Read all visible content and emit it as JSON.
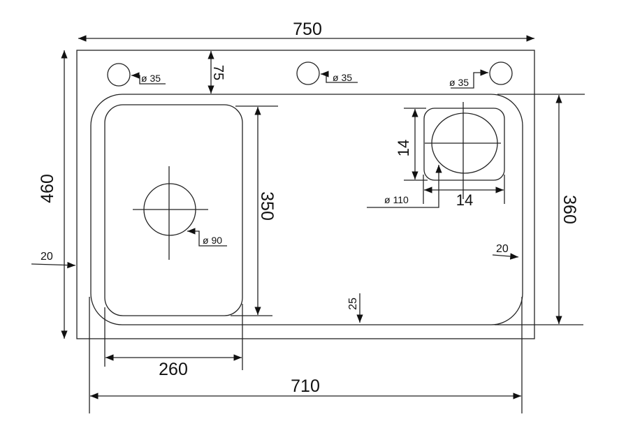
{
  "dimensions": {
    "overall_width": "750",
    "overall_height": "460",
    "bowl_depth": "350",
    "sink_height": "360",
    "bowl_width": "260",
    "sink_width": "710",
    "top_offset": "75",
    "left_margin": "20",
    "right_margin": "20",
    "bottom_margin": "25",
    "drainer_height": "14",
    "drainer_width": "14"
  },
  "holes": {
    "tap_hole_1": "ø 35",
    "tap_hole_2": "ø 35",
    "tap_hole_3": "ø 35",
    "bowl_drain": "ø 90",
    "drainer_drain": "ø 110"
  }
}
